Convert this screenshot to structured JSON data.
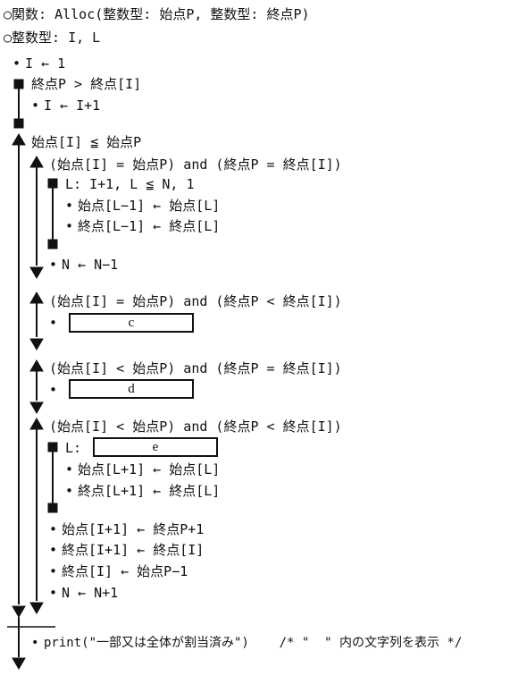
{
  "header": {
    "function_line": "○関数: Alloc(整数型: 始点P, 整数型: 終点P)",
    "vars_line": "○整数型: I, L"
  },
  "program": {
    "l_init": "I ← 1",
    "l_while1": "終点P > 終点[I]",
    "l_incr": "I ← I+1",
    "l_cond1": "始点[I] ≦ 始点P",
    "l_cond2": "(始点[I] = 始点P) and (終点P = 終点[I])",
    "l_loop1": "L: I+1, L ≦ N, 1",
    "l_assign1": "始点[L−1] ← 始点[L]",
    "l_assign2": "終点[L−1] ← 終点[L]",
    "l_ndec": "N ← N−1",
    "l_cond3": "(始点[I] = 始点P) and (終点P < 終点[I])",
    "blank_c": "c",
    "l_cond4": "(始点[I] < 始点P) and (終点P = 終点[I])",
    "blank_d": "d",
    "l_cond5": "(始点[I] < 始点P) and (終点P < 終点[I])",
    "l_loop2_label": "L:",
    "blank_e": "e",
    "l_assign3": "始点[L+1] ← 始点[L]",
    "l_assign4": "終点[L+1] ← 終点[L]",
    "l_assign5": "始点[I+1] ← 終点P+1",
    "l_assign6": "終点[I+1] ← 終点[I]",
    "l_assign7": "終点[I] ← 始点P−1",
    "l_ninc": "N ← N+1",
    "l_print": "print(\"一部又は全体が割当済み\")    /* \"  \" 内の文字列を表示 */"
  }
}
